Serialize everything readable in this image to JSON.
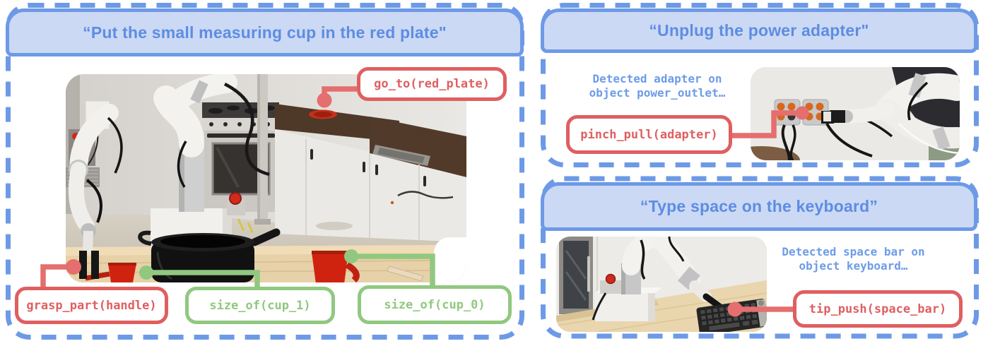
{
  "colors": {
    "blue_border": "#6d9ae6",
    "header_fill": "#ccd9f4",
    "header_text": "#5d8de2",
    "detected_text": "#6d9ce8",
    "red": "#df5f61",
    "red_connector": "#e56e6e",
    "green": "#90c87f",
    "callout_bg": "#ffffff"
  },
  "panels": {
    "kitchen": {
      "title": "“Put the small measuring cup in the red plate\"",
      "callouts": {
        "go_to": "go_to(red_plate)",
        "grasp": "grasp_part(handle)",
        "cup1": "size_of(cup_1)",
        "cup0": "size_of(cup_0)"
      }
    },
    "adapter": {
      "title": "“Unplug the power adapter\"",
      "detected_line1": "Detected adapter on",
      "detected_line2": "object power_outlet…",
      "callout": "pinch_pull(adapter)"
    },
    "keyboard": {
      "title": "“Type space on the keyboard”",
      "detected_line1": "Detected space bar on",
      "detected_line2": "object keyboard…",
      "callout": "tip_push(space_bar)"
    }
  }
}
